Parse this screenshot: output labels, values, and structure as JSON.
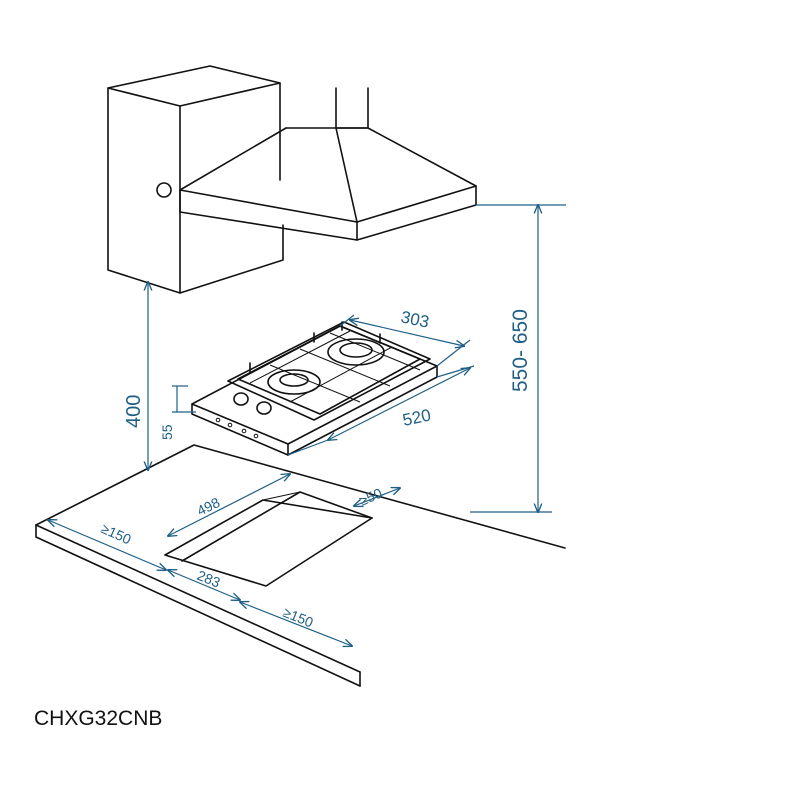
{
  "diagram": {
    "model_label": "CHXG32CNB",
    "dimensions": {
      "hob_depth": "303",
      "hob_width": "520",
      "hob_height": "55",
      "clearance_side_cabinet": "400",
      "hood_height": "550- 650",
      "cutout_width": "498",
      "cutout_depth": "283",
      "min_rear_gap": "≥50",
      "min_left_gap": "≥150",
      "min_front_gap": "≥150"
    },
    "colors": {
      "outline": "#111111",
      "dimension": "#1f5f86",
      "background": "#ffffff"
    }
  }
}
